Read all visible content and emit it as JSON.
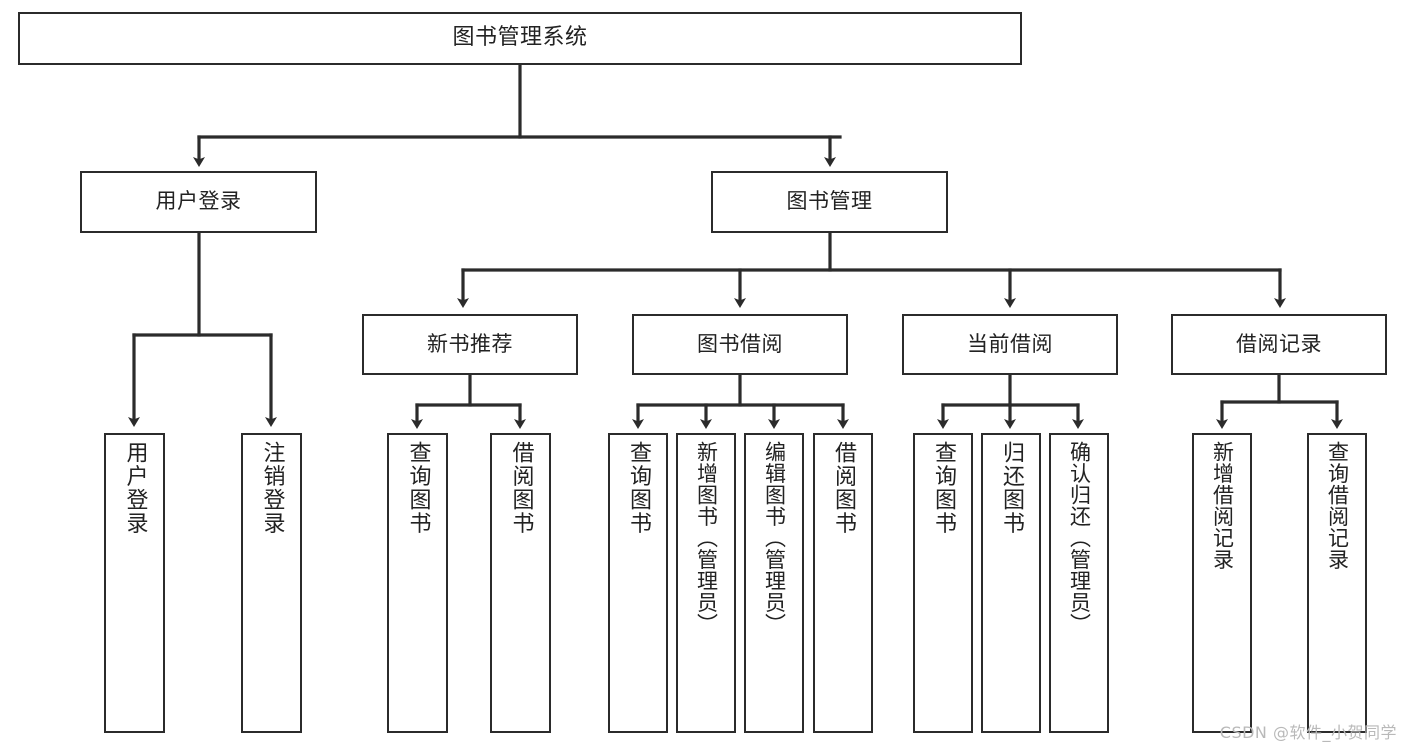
{
  "diagram": {
    "title": "图书管理系统",
    "type": "tree",
    "background_color": "#ffffff",
    "line_color": "#2b2b2b",
    "box_border_color": "#2b2b2b",
    "text_color": "#222222"
  },
  "root": {
    "label": "图书管理系统"
  },
  "level2": [
    {
      "label": "用户登录"
    },
    {
      "label": "图书管理"
    }
  ],
  "level3": [
    {
      "label": "新书推荐"
    },
    {
      "label": "图书借阅"
    },
    {
      "label": "当前借阅"
    },
    {
      "label": "借阅记录"
    }
  ],
  "leaves": {
    "user_login": [
      {
        "label": "用户登录"
      },
      {
        "label": "注销登录"
      }
    ],
    "new_book_recommend": [
      {
        "label": "查询图书"
      },
      {
        "label": "借阅图书"
      }
    ],
    "book_borrow": [
      {
        "label": "查询图书"
      },
      {
        "label": "新增图书（管理员）"
      },
      {
        "label": "编辑图书（管理员）"
      },
      {
        "label": "借阅图书"
      }
    ],
    "current_borrow": [
      {
        "label": "查询图书"
      },
      {
        "label": "归还图书"
      },
      {
        "label": "确认归还（管理员）"
      }
    ],
    "borrow_record": [
      {
        "label": "新增借阅记录"
      },
      {
        "label": "查询借阅记录"
      }
    ]
  },
  "watermark": {
    "text": "CSDN @软件_小贺同学"
  }
}
